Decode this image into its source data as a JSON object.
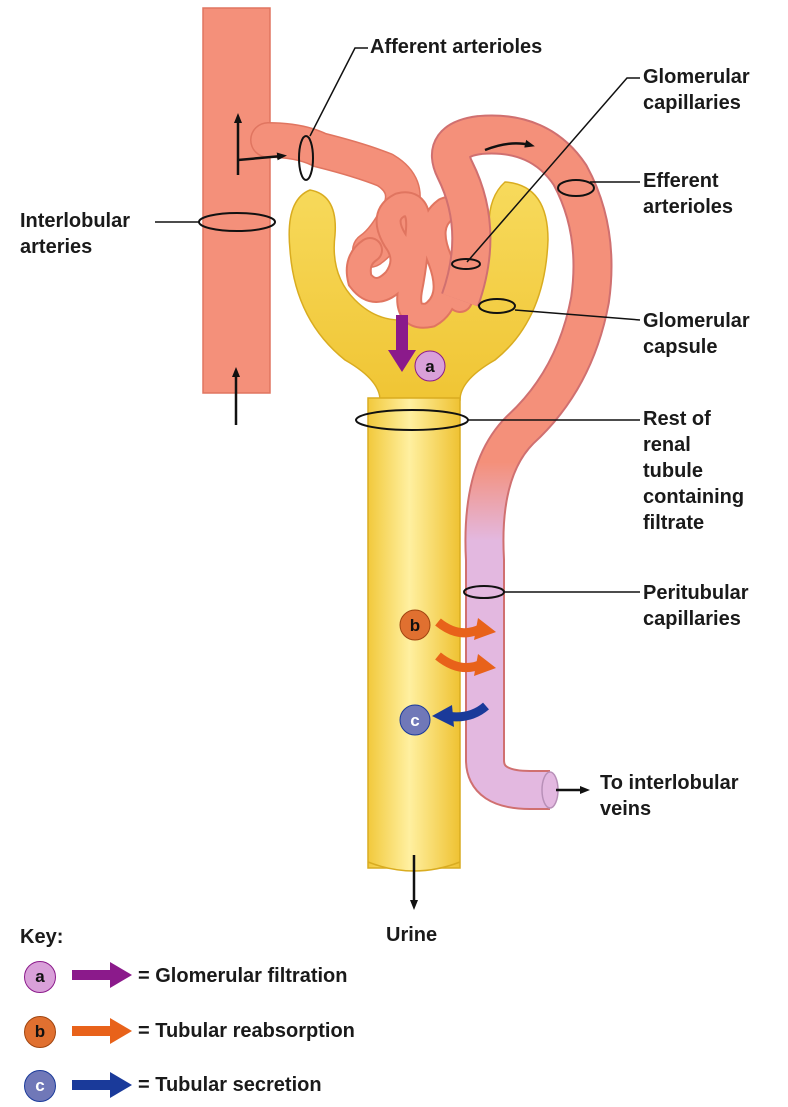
{
  "labels": {
    "afferent": "Afferent arterioles",
    "glomerular_capillaries": "Glomerular\ncapillaries",
    "efferent": "Efferent\narterioles",
    "interlobular_arteries": "Interlobular\narteries",
    "glomerular_capsule": "Glomerular\ncapsule",
    "rest_of_tubule": "Rest of\nrenal\ntubule\ncontaining\nfiltrate",
    "peritubular": "Peritubular\ncapillaries",
    "to_veins": "To interlobular\nveins",
    "urine": "Urine"
  },
  "markers": {
    "a": "a",
    "b": "b",
    "c": "c"
  },
  "key": {
    "title": "Key:",
    "items": [
      {
        "letter": "a",
        "text": "= Glomerular filtration",
        "color": "#8b1a8b",
        "badge_color": "#d9a0d9"
      },
      {
        "letter": "b",
        "text": "= Tubular reabsorption",
        "color": "#e8621a",
        "badge_color": "#e07030"
      },
      {
        "letter": "c",
        "text": "= Tubular secretion",
        "color": "#1a3a9a",
        "badge_color": "#7078b8"
      }
    ]
  },
  "colors": {
    "artery": "#f4907a",
    "artery_edge": "#e07560",
    "tubule": "#f5d24a",
    "tubule_light": "#fbe98a",
    "peritubular": "#e3b8e0"
  }
}
